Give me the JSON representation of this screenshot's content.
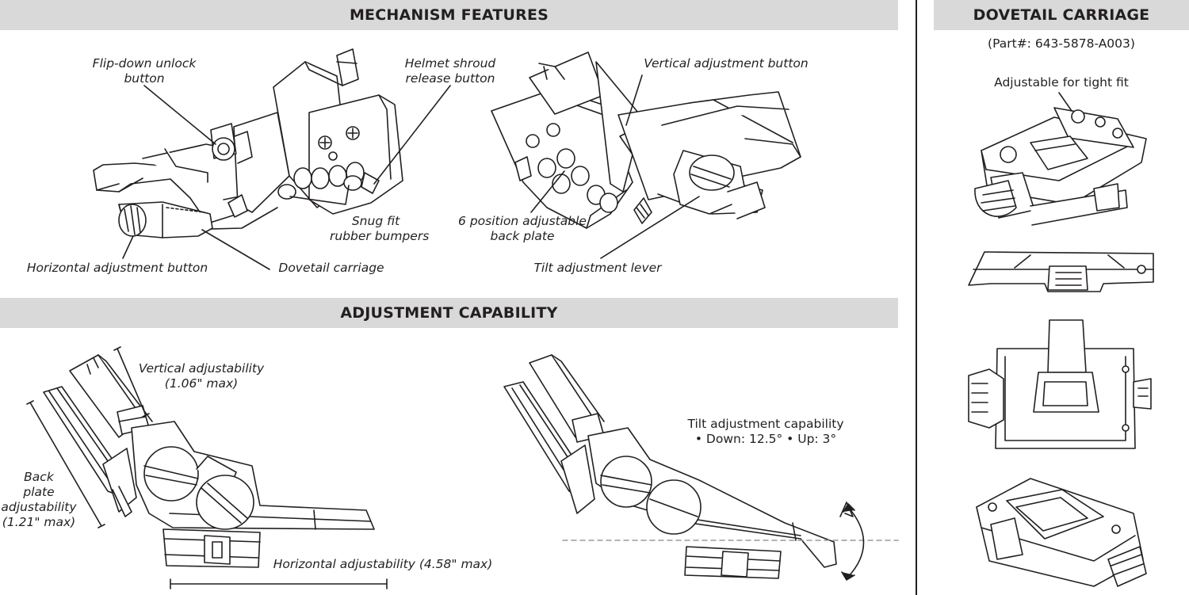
{
  "sections": {
    "mechanism": "MECHANISM FEATURES",
    "adjustment": "ADJUSTMENT CAPABILITY",
    "dovetail": "DOVETAIL CARRIAGE"
  },
  "dovetail": {
    "part_number": "(Part#: 643-5878-A003)",
    "feature": "Adjustable for tight fit"
  },
  "callouts": {
    "flip_down": [
      "Flip-down unlock",
      "button"
    ],
    "shroud": [
      "Helmet shroud",
      "release button"
    ],
    "vertical_button": "Vertical adjustment button",
    "snug": [
      "Snug fit",
      "rubber bumpers"
    ],
    "backplate": [
      "6 position adjustable",
      "back plate"
    ],
    "horizontal_button": "Horizontal adjustment button",
    "dovetail": "Dovetail carriage",
    "tilt_lever": "Tilt adjustment lever"
  },
  "adjustment": {
    "vertical": [
      "Vertical adjustability",
      "(1.06\" max)"
    ],
    "backplate": [
      "Back",
      "plate",
      "adjustability",
      "(1.21\" max)"
    ],
    "horizontal": "Horizontal adjustability (4.58\" max)",
    "tilt_title": "Tilt adjustment capability",
    "tilt_values": "• Down: 12.5°  • Up: 3°"
  }
}
